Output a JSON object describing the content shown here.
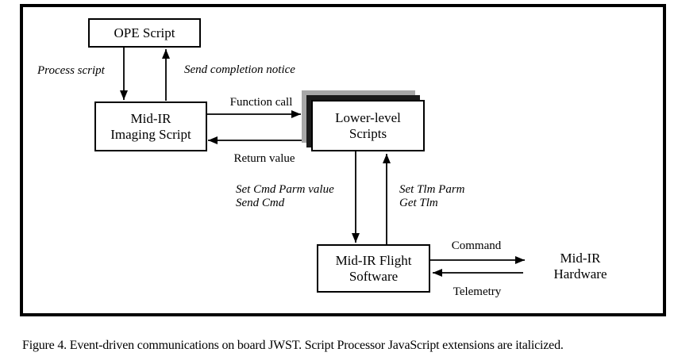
{
  "diagram": {
    "nodes": {
      "ope_script": {
        "label": "OPE Script"
      },
      "imaging": {
        "line1": "Mid-IR",
        "line2": "Imaging Script"
      },
      "lower": {
        "line1": "Lower-level",
        "line2": "Scripts"
      },
      "flight": {
        "line1": "Mid-IR Flight",
        "line2": "Software"
      },
      "hardware": {
        "line1": "Mid-IR",
        "line2": "Hardware"
      }
    },
    "edge_labels": {
      "process_script": "Process script",
      "send_completion_notice": "Send completion notice",
      "function_call": "Function call",
      "return_value": "Return value",
      "set_cmd_parm": "Set Cmd Parm value",
      "send_cmd": "Send Cmd",
      "set_tlm_parm": "Set Tlm Parm",
      "get_tlm": "Get Tlm",
      "command": "Command",
      "telemetry": "Telemetry"
    }
  },
  "caption": "Figure 4. Event-driven communications on board JWST. Script Processor JavaScript extensions are italicized.",
  "colors": {
    "ink": "#000000",
    "shadow_gray": "#a8a8a8",
    "shadow_black": "#1c1c1c",
    "background": "#ffffff"
  }
}
